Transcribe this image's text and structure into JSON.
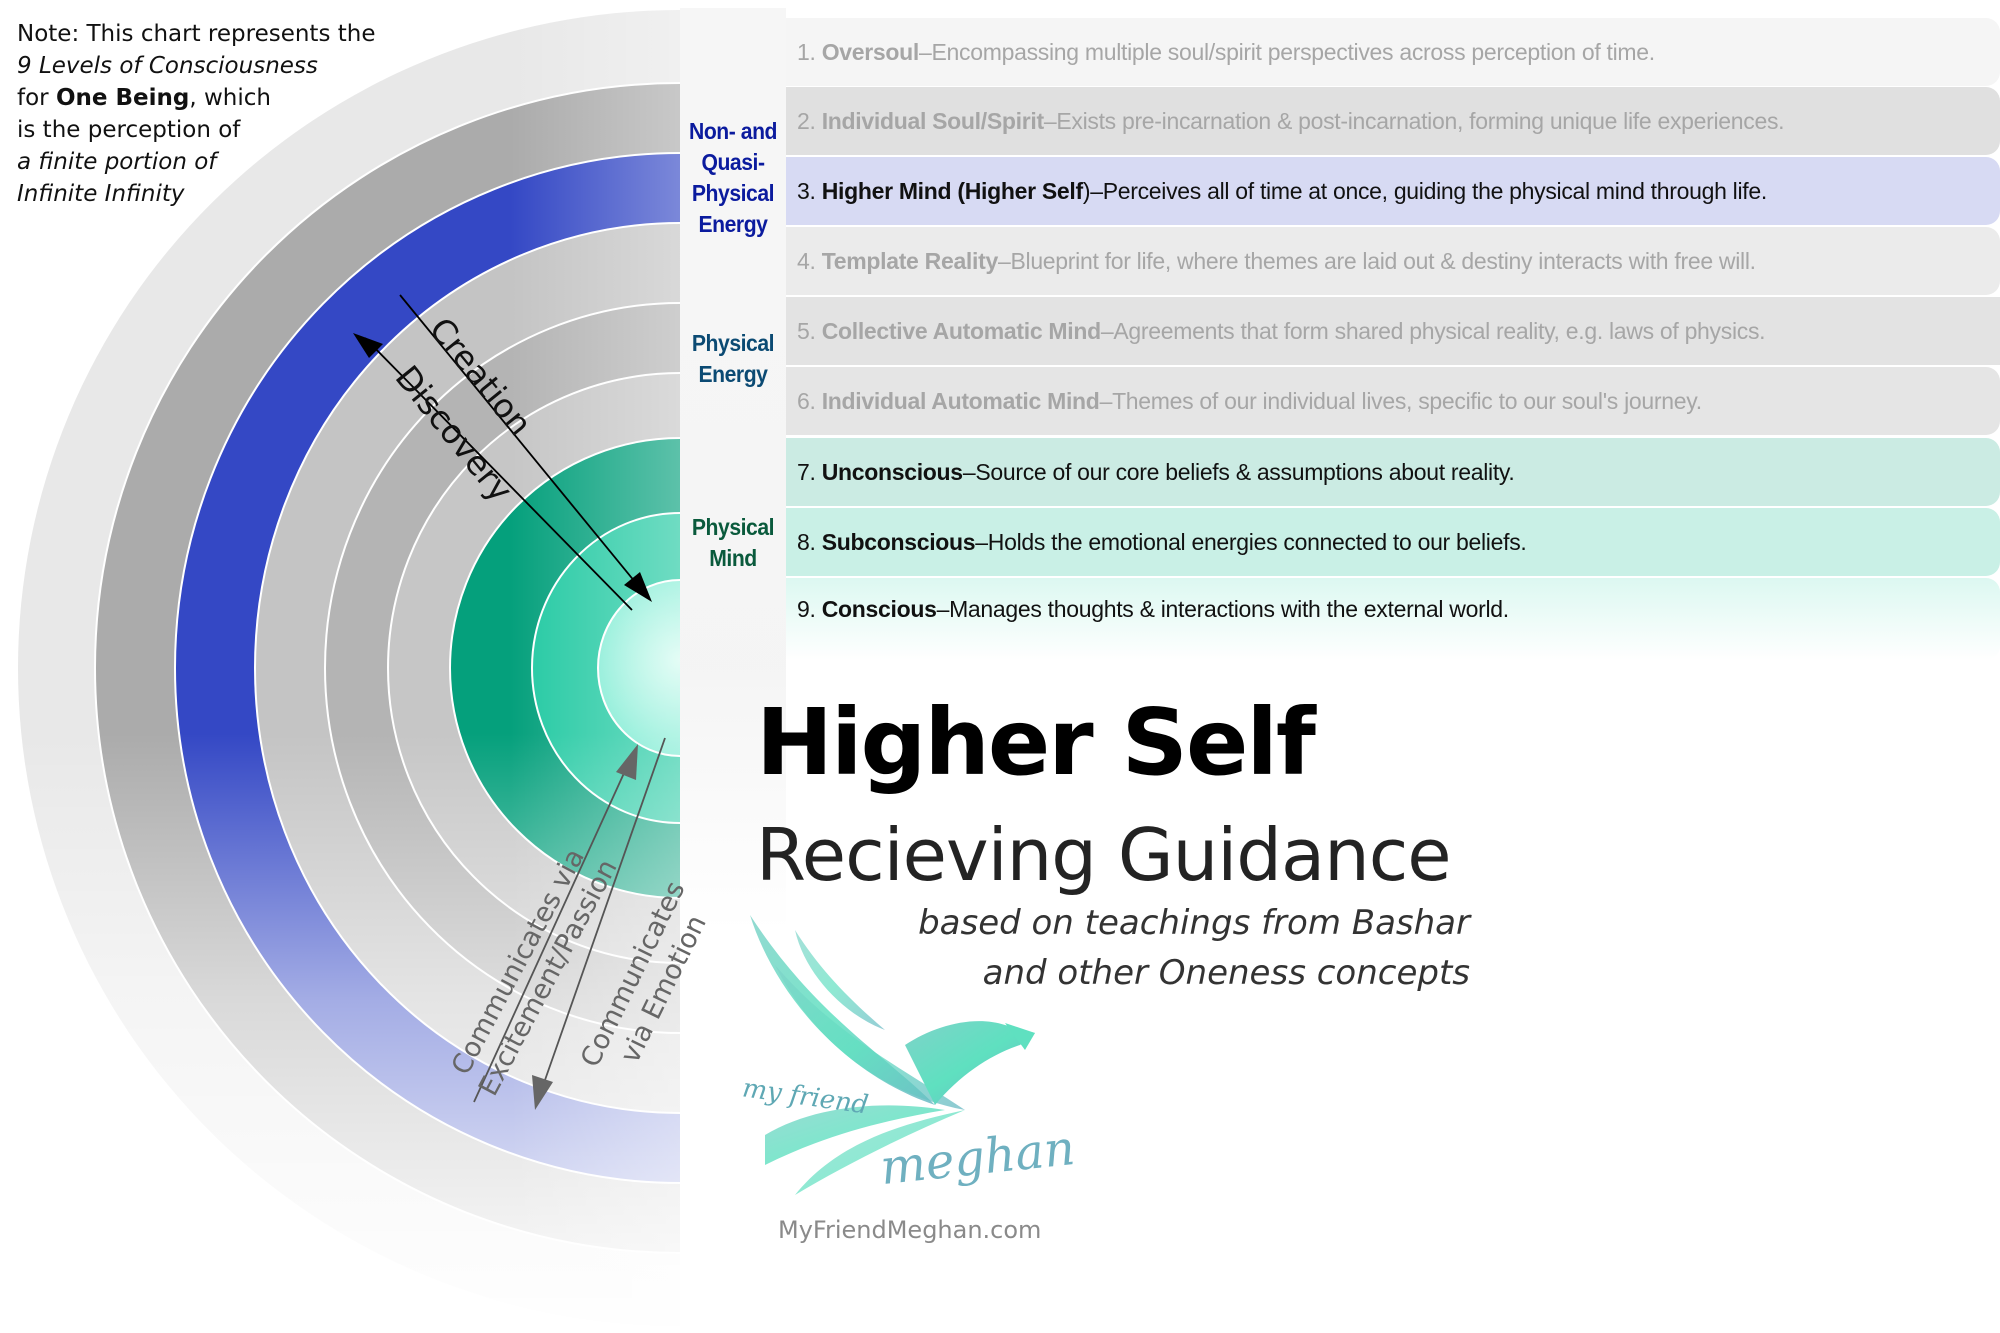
{
  "note": {
    "line1": "Note: This chart represents the",
    "line2": "9 Levels of  Consciousness",
    "line3_prefix": "for ",
    "line3_bold": "One Being",
    "line3_suffix": ", which",
    "line4": "is the perception of",
    "line5": "a finite portion of",
    "line6": "Infinite Infinity"
  },
  "groups": [
    {
      "label_lines": [
        "Non- and",
        "Quasi-",
        "Physical",
        "Energy"
      ],
      "color": "#0b1b9e"
    },
    {
      "label_lines": [
        "Physical",
        "Energy"
      ],
      "color": "#0b4a73"
    },
    {
      "label_lines": [
        "Physical",
        "Mind"
      ],
      "color": "#0a5a3c"
    }
  ],
  "levels": [
    {
      "num": "1.",
      "name": "Oversoul",
      "sep": " – ",
      "desc": "Encompassing multiple soul/spirit perspectives across perception of time.",
      "highlight": false,
      "ring_color": "#e8e8e8",
      "row_color": "#f5f5f5"
    },
    {
      "num": "2.",
      "name": "Individual Soul/Spirit",
      "sep": " – ",
      "desc": "Exists pre-incarnation & post-incarnation, forming unique life experiences.",
      "highlight": false,
      "ring_color": "#ababab",
      "row_color": "#e0e0e0"
    },
    {
      "num": "3.",
      "name": "Higher Mind (Higher Self",
      "name_suffix": ")",
      "sep": " – ",
      "desc": "Perceives all of time at once, guiding the physical mind through life.",
      "highlight": true,
      "ring_color": "#3448c5",
      "row_color": "#d7daf3"
    },
    {
      "num": "4.",
      "name": "Template Reality",
      "sep": " – ",
      "desc": "Blueprint for life, where themes are laid out & destiny interacts with free will.",
      "highlight": false,
      "ring_color": "#c4c4c4",
      "row_color": "#ebebeb"
    },
    {
      "num": "5.",
      "name": "Collective Automatic Mind",
      "sep": " – ",
      "desc": "Agreements that form shared physical reality, e.g. laws of physics.",
      "highlight": false,
      "ring_color": "#b4b4b4",
      "row_color": "#e3e3e3"
    },
    {
      "num": "6.",
      "name": "Individual Automatic Mind",
      "sep": " – ",
      "desc": "Themes of our individual lives, specific to our soul's journey.",
      "highlight": false,
      "ring_color": "#c6c6c6",
      "row_color": "#e5e5e5"
    },
    {
      "num": "7.",
      "name": "Unconscious",
      "sep": " – ",
      "desc": "Source of our core beliefs & assumptions about reality.",
      "highlight": true,
      "ring_color": "#05a07c",
      "row_color": "#cbebe3"
    },
    {
      "num": "8.",
      "name": "Subconscious",
      "sep": " – ",
      "desc": "Holds the emotional energies connected to our beliefs.",
      "highlight": true,
      "ring_color": "#22c9a2",
      "row_color": "#c9f0e6"
    },
    {
      "num": "9.",
      "name": "Conscious",
      "sep": " – ",
      "desc": "Manages thoughts & interactions with the external world.",
      "highlight": true,
      "ring_color": "#5ee6c8",
      "row_color": "#dcf8f1"
    }
  ],
  "arrows": {
    "creation": "Creation",
    "discovery": "Discovery",
    "excitement_line1": "Communicates via",
    "excitement_line2": "Excitement/Passion",
    "emotion_line1": "Communicates",
    "emotion_line2": "via Emotion"
  },
  "title": {
    "main": "Higher Self",
    "sub": "Recieving Guidance",
    "tagline_line1": "based on teachings from Bashar",
    "tagline_line2": "and other Oneness concepts"
  },
  "logo": {
    "script_top": "my friend",
    "script_bottom": "meghan",
    "url": "MyFriendMeghan.com",
    "color": "#5fd6be"
  }
}
